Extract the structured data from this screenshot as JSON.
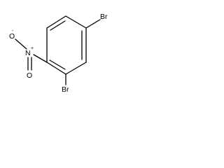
{
  "molecule": {
    "atoms": {
      "br_top": "Br",
      "br_bottom": "Br",
      "oxygen_left": "O",
      "oxygen_left_charge": "-",
      "nitrogen": "N",
      "nitrogen_charge": "+",
      "oxygen_bottom": "O"
    }
  }
}
